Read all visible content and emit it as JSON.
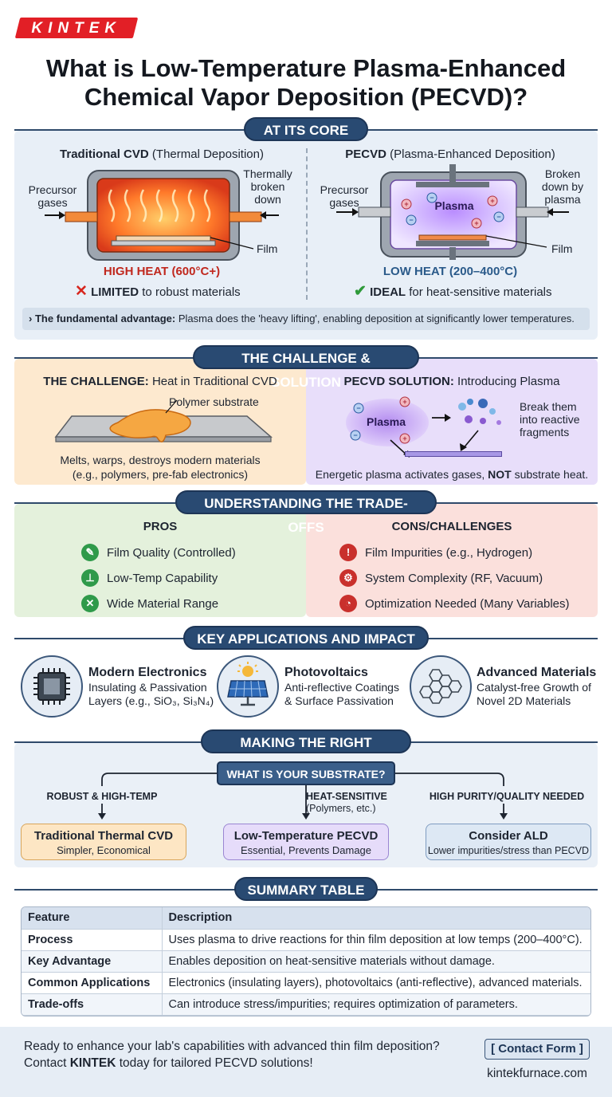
{
  "brand": {
    "logo": "KINTEK",
    "website": "kintekfurnace.com",
    "accent": "#e21f26",
    "navy": "#294a72"
  },
  "title": "What is Low-Temperature Plasma-Enhanced Chemical Vapor Deposition (PECVD)?",
  "core": {
    "heading": "AT ITS CORE",
    "left": {
      "title_bold": "Traditional CVD",
      "title_rest": "(Thermal Deposition)",
      "label_in": "Precursor gases",
      "label_top": "Thermally broken down",
      "label_film": "Film",
      "heat": "HIGH HEAT (600°C+)",
      "verdict_bold": "LIMITED",
      "verdict_rest": "to robust materials"
    },
    "right": {
      "title_bold": "PECVD",
      "title_rest": "(Plasma-Enhanced Deposition)",
      "label_in": "Precursor gases",
      "label_top": "Broken down by plasma",
      "label_plasma": "Plasma",
      "label_film": "Film",
      "heat": "LOW HEAT (200–400°C)",
      "verdict_bold": "IDEAL",
      "verdict_rest": "for heat-sensitive materials"
    },
    "advantage_bold": "The fundamental advantage:",
    "advantage_rest": "Plasma does the 'heavy lifting', enabling deposition at significantly lower temperatures."
  },
  "challenge": {
    "heading": "THE CHALLENGE & SOLUTION",
    "left": {
      "title_bold": "THE CHALLENGE:",
      "title_rest": "Heat in Traditional CVD",
      "label": "Polymer substrate",
      "caption1": "Melts, warps, destroys modern materials",
      "caption2": "(e.g., polymers, pre-fab electronics)"
    },
    "right": {
      "title_bold": "PECVD SOLUTION:",
      "title_rest": "Introducing Plasma",
      "label_plasma": "Plasma",
      "label_break": "Break them into reactive fragments",
      "caption_pre": "Energetic plasma activates gases,",
      "caption_bold": "NOT",
      "caption_post": "substrate heat."
    }
  },
  "tradeoffs": {
    "heading": "UNDERSTANDING THE TRADE-OFFS",
    "pros_title": "PROS",
    "pros": [
      "Film Quality (Controlled)",
      "Low-Temp Capability",
      "Wide Material Range"
    ],
    "cons_title": "CONS/CHALLENGES",
    "cons": [
      "Film Impurities (e.g., Hydrogen)",
      "System Complexity (RF, Vacuum)",
      "Optimization Needed (Many Variables)"
    ]
  },
  "applications": {
    "heading": "KEY APPLICATIONS AND IMPACT",
    "items": [
      {
        "title": "Modern Electronics",
        "line1": "Insulating & Passivation",
        "line2": "Layers (e.g., SiO₃, Si₃N₄)",
        "icon": "chip-icon"
      },
      {
        "title": "Photovoltaics",
        "line1": "Anti-reflective Coatings",
        "line2": "& Surface Passivation",
        "icon": "solar-panel-icon"
      },
      {
        "title": "Advanced Materials",
        "line1": "Catalyst-free Growth of",
        "line2": "Novel 2D Materials",
        "icon": "hexagon-lattice-icon"
      }
    ]
  },
  "choice": {
    "heading": "MAKING THE RIGHT CHOICE",
    "question": "WHAT IS YOUR SUBSTRATE?",
    "branches": [
      {
        "label": "ROBUST & HIGH-TEMP",
        "sub": "",
        "box_title": "Traditional Thermal CVD",
        "box_sub": "Simpler, Economical"
      },
      {
        "label": "HEAT-SENSITIVE",
        "sub": "(Polymers, etc.)",
        "box_title": "Low-Temperature PECVD",
        "box_sub": "Essential, Prevents Damage"
      },
      {
        "label": "HIGH PURITY/QUALITY NEEDED",
        "sub": "",
        "box_title": "Consider ALD",
        "box_sub": "Lower impurities/stress than PECVD"
      }
    ]
  },
  "summary": {
    "heading": "SUMMARY TABLE",
    "col1": "Feature",
    "col2": "Description",
    "rows": [
      {
        "feature": "Process",
        "desc": "Uses plasma to drive reactions for thin film deposition at low temps (200–400°C)."
      },
      {
        "feature": "Key Advantage",
        "desc": "Enables deposition on heat-sensitive materials without damage."
      },
      {
        "feature": "Common Applications",
        "desc": "Electronics (insulating layers), photovoltaics (anti-reflective), advanced materials."
      },
      {
        "feature": "Trade-offs",
        "desc": "Can introduce stress/impurities; requires optimization of parameters."
      }
    ]
  },
  "footer": {
    "line1": "Ready to enhance your lab's capabilities with advanced thin film deposition?",
    "line2_pre": "Contact",
    "line2_bold": "KINTEK",
    "line2_post": "today for tailored PECVD solutions!",
    "button": "[ Contact Form ]"
  }
}
